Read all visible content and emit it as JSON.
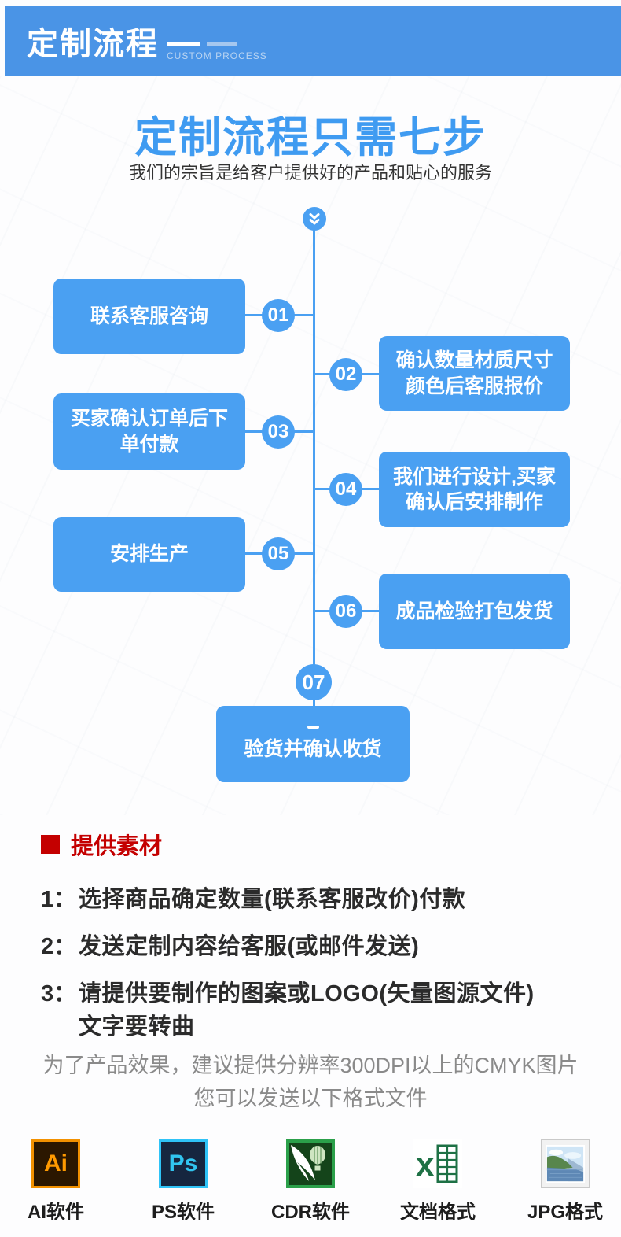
{
  "banner": {
    "title": "定制流程",
    "caption": "CUSTOM PROCESS"
  },
  "hero": {
    "title": "定制流程只需七步",
    "subtitle": "我们的宗旨是给客户提供好的产品和贴心的服务"
  },
  "flow": {
    "steps": [
      {
        "num": "01",
        "side": "left",
        "lines": [
          "联系客服咨询"
        ]
      },
      {
        "num": "02",
        "side": "right",
        "lines": [
          "确认数量材质尺寸",
          "颜色后客服报价"
        ]
      },
      {
        "num": "03",
        "side": "left",
        "lines": [
          "买家确认订单后下",
          "单付款"
        ]
      },
      {
        "num": "04",
        "side": "right",
        "lines": [
          "我们进行设计,买家",
          "确认后安排制作"
        ]
      },
      {
        "num": "05",
        "side": "left",
        "lines": [
          "安排生产"
        ]
      },
      {
        "num": "06",
        "side": "right",
        "lines": [
          "成品检验打包发货"
        ]
      },
      {
        "num": "07",
        "side": "bottom",
        "lines": [
          "验货并确认收货"
        ]
      }
    ]
  },
  "materials": {
    "heading": "提供素材",
    "items": [
      {
        "num": "1：",
        "text": "选择商品确定数量(联系客服改价)付款"
      },
      {
        "num": "2：",
        "text": "发送定制内容给客服(或邮件发送)"
      },
      {
        "num": "3：",
        "text": "请提供要制作的图案或LOGO(矢量图源文件)",
        "text2": "文字要转曲"
      }
    ],
    "note_line1": "为了产品效果，建议提供分辨率300DPI以上的CMYK图片",
    "note_line2": "您可以发送以下格式文件"
  },
  "formats": [
    {
      "icon": "adobe-illustrator-icon",
      "glyph": "Ai",
      "label": "AI软件"
    },
    {
      "icon": "adobe-photoshop-icon",
      "glyph": "Ps",
      "label": "PS软件"
    },
    {
      "icon": "coreldraw-icon",
      "glyph": "",
      "label": "CDR软件"
    },
    {
      "icon": "excel-document-icon",
      "glyph": "x",
      "label": "文档格式"
    },
    {
      "icon": "jpg-image-icon",
      "glyph": "",
      "label": "JPG格式"
    }
  ],
  "colors": {
    "banner_blue": "#4a94e6",
    "accent_blue": "#4aa0f2",
    "title_blue": "#3f9bf1",
    "heading_red": "#c40000",
    "text_dark": "#2b2b2b",
    "note_gray": "#8a8a8a"
  }
}
